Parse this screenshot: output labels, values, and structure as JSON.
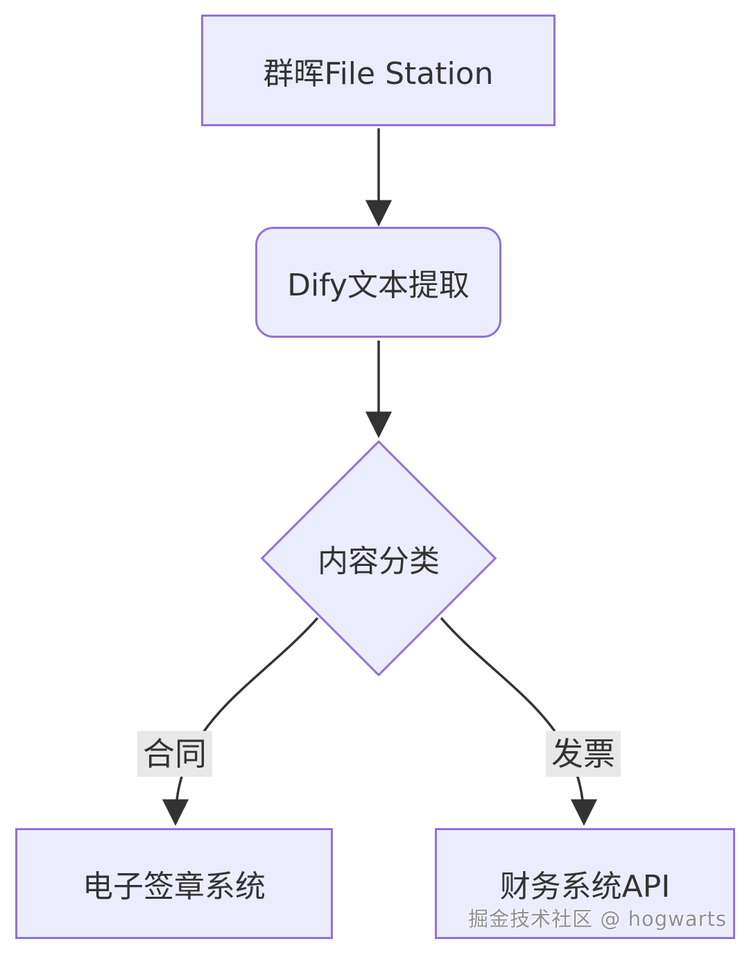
{
  "diagram": {
    "type": "flowchart",
    "direction": "top-down",
    "colors": {
      "node_fill": "#ECECFF",
      "node_border": "#9370DB",
      "edge_stroke": "#333333",
      "text": "#333333",
      "edge_label_background": "#e8e8e8",
      "canvas_background": "#ffffff"
    },
    "nodes": {
      "file_station": {
        "label": "群晖File Station",
        "shape": "rectangle"
      },
      "dify": {
        "label": "Dify文本提取",
        "shape": "rounded-rectangle"
      },
      "classify": {
        "label": "内容分类",
        "shape": "diamond"
      },
      "esign": {
        "label": "电子签章系统",
        "shape": "rectangle"
      },
      "finance": {
        "label": "财务系统API",
        "shape": "rectangle"
      }
    },
    "edges": {
      "filestation_to_dify": {
        "from": "file_station",
        "to": "dify",
        "label": ""
      },
      "dify_to_classify": {
        "from": "dify",
        "to": "classify",
        "label": ""
      },
      "classify_to_esign": {
        "from": "classify",
        "to": "esign",
        "label": "合同"
      },
      "classify_to_finance": {
        "from": "classify",
        "to": "finance",
        "label": "发票"
      }
    }
  },
  "watermark": {
    "text": "掘金技术社区 @ hogwarts"
  }
}
